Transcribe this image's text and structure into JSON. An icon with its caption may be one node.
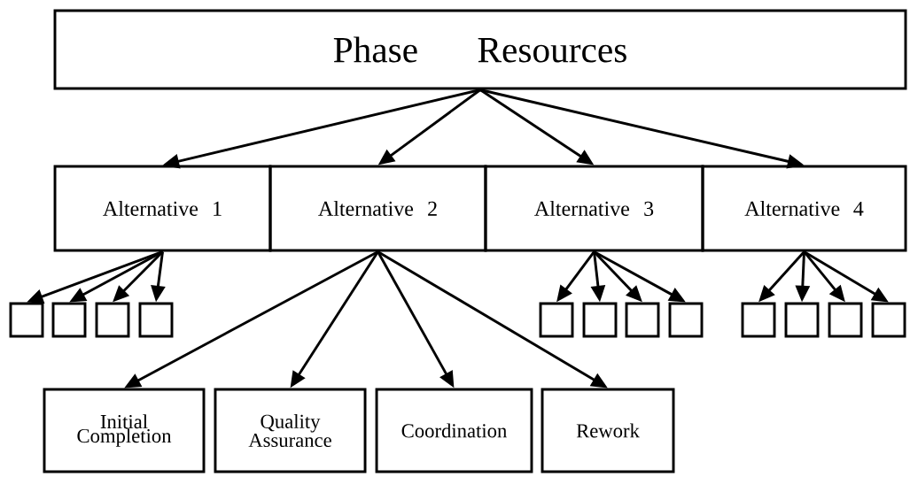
{
  "diagram": {
    "nodes": [
      {
        "text": [
          "Phase Resources"
        ]
      },
      {
        "text": [
          "Alternative 1"
        ]
      },
      {
        "text": [
          "Alternative 2"
        ]
      },
      {
        "text": [
          "Alternative 3"
        ]
      },
      {
        "text": [
          "Alternative 4"
        ]
      },
      {
        "text": [],
        "shape": "box"
      },
      {
        "text": [],
        "shape": "box"
      },
      {
        "text": [],
        "shape": "box"
      },
      {
        "text": [],
        "shape": "box"
      },
      {
        "text": [],
        "shape": "box"
      },
      {
        "text": [],
        "shape": "box"
      },
      {
        "text": [],
        "shape": "box"
      },
      {
        "text": [],
        "shape": "box"
      },
      {
        "text": [],
        "shape": "box"
      },
      {
        "text": [],
        "shape": "box"
      },
      {
        "text": [],
        "shape": "box"
      },
      {
        "text": [],
        "shape": "box"
      },
      {
        "text": [
          "Initial Completion"
        ]
      },
      {
        "text": [
          "Quality Assurance"
        ]
      },
      {
        "text": [
          "Coordination"
        ]
      },
      {
        "text": [
          "Rework"
        ]
      }
    ],
    "edges": [
      {
        "from": 0,
        "to": 1,
        "arrow": "to"
      },
      {
        "from": 0,
        "to": 2,
        "arrow": "to"
      },
      {
        "from": 0,
        "to": 3,
        "arrow": "to"
      },
      {
        "from": 0,
        "to": 4,
        "arrow": "to"
      },
      {
        "from": 1,
        "to": 5,
        "arrow": "to"
      },
      {
        "from": 1,
        "to": 6,
        "arrow": "to"
      },
      {
        "from": 1,
        "to": 7,
        "arrow": "to"
      },
      {
        "from": 1,
        "to": 8,
        "arrow": "to"
      },
      {
        "from": 3,
        "to": 9,
        "arrow": "to"
      },
      {
        "from": 3,
        "to": 10,
        "arrow": "to"
      },
      {
        "from": 3,
        "to": 11,
        "arrow": "to"
      },
      {
        "from": 3,
        "to": 12,
        "arrow": "to"
      },
      {
        "from": 4,
        "to": 13,
        "arrow": "to"
      },
      {
        "from": 4,
        "to": 14,
        "arrow": "to"
      },
      {
        "from": 4,
        "to": 15,
        "arrow": "to"
      },
      {
        "from": 4,
        "to": 16,
        "arrow": "to"
      },
      {
        "from": 2,
        "to": 17,
        "arrow": "to"
      },
      {
        "from": 2,
        "to": 18,
        "arrow": "to"
      },
      {
        "from": 2,
        "to": 19,
        "arrow": "to"
      },
      {
        "from": 2,
        "to": 20,
        "arrow": "to"
      }
    ]
  }
}
